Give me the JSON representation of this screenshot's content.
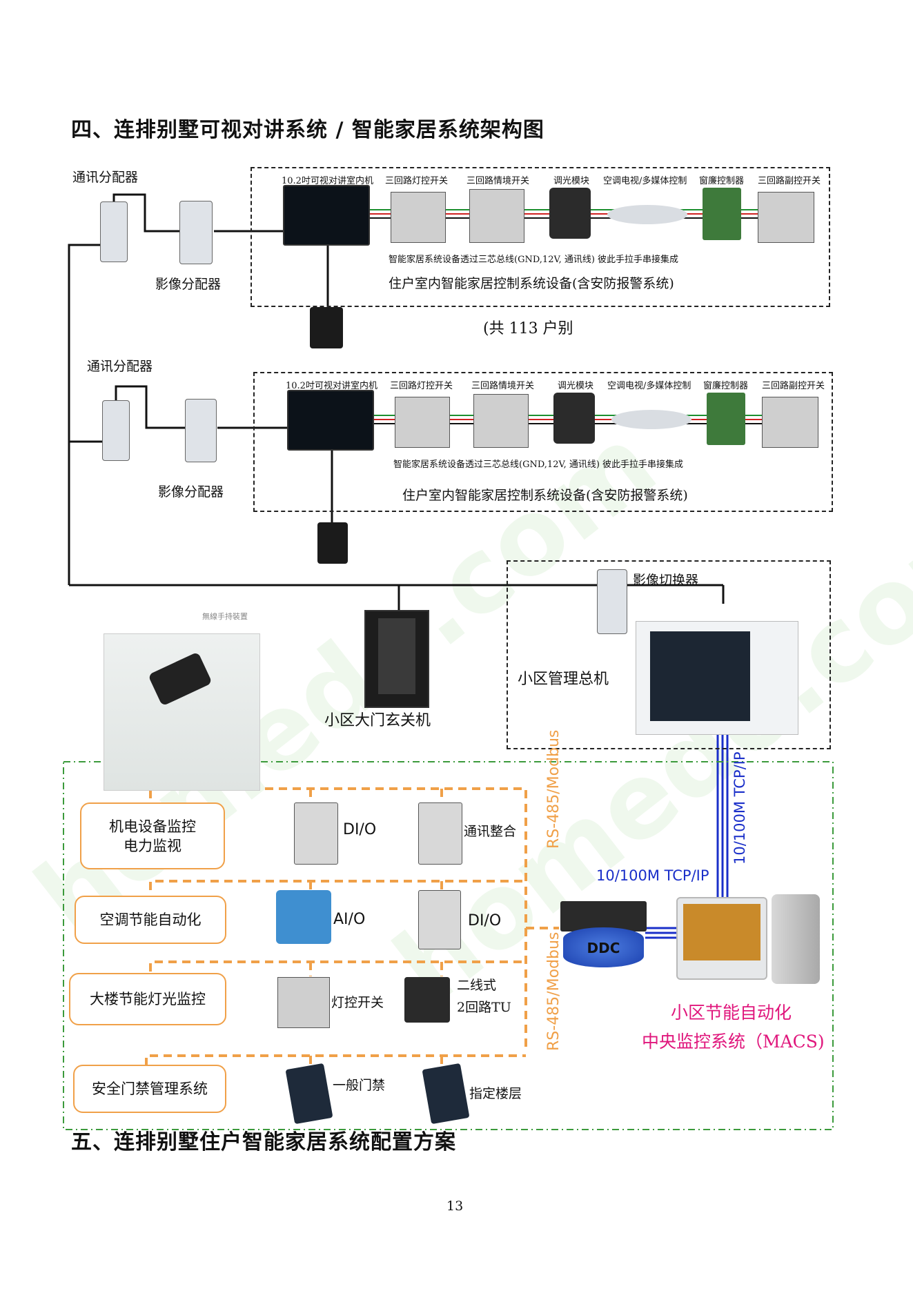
{
  "section4_title": "四、连排别墅可视对讲系统 / 智能家居系统架构图",
  "section5_title": "五、连排别墅住户智能家居系统配置方案",
  "page_number": "13",
  "unit_row_1": {
    "comm_distributor": "通讯分配器",
    "video_distributor": "影像分配器",
    "devices": [
      "10.2吋可视对讲室内机",
      "三回路灯控开关",
      "三回路情境开关",
      "调光模块",
      "空调电视/多媒体控制",
      "窗廉控制器",
      "三回路副控开关"
    ],
    "bus_note": "智能家居系统设备透过三芯总线(GND,12V, 通讯线) 彼此手拉手串接集成",
    "group_label": "住户室内智能家居控制系统设备(含安防报警系统)",
    "households": "(共 113 户别"
  },
  "unit_row_2": {
    "comm_distributor": "通讯分配器",
    "video_distributor": "影像分配器",
    "devices": [
      "10.2吋可视对讲室内机",
      "三回路灯控开关",
      "三回路情境开关",
      "调光模块",
      "空调电视/多媒体控制",
      "窗廉控制器",
      "三回路副控开关"
    ],
    "bus_note": "智能家居系统设备透过三芯总线(GND,12V, 通讯线) 彼此手拉手串接集成",
    "group_label": "住户室内智能家居控制系统设备(含安防报警系统)"
  },
  "community": {
    "video_switcher": "影像切换器",
    "manager_console": "小区管理总机",
    "gate_station": "小区大门玄关机",
    "wireless_label": "無線手持裝置"
  },
  "automation": {
    "categories": [
      "机电设备监控\n电力监视",
      "空调节能自动化",
      "大楼节能灯光监控",
      "安全门禁管理系统"
    ],
    "modules": {
      "row1": [
        "DI/O",
        "通讯整合"
      ],
      "row2": [
        "AI/O",
        "DI/O"
      ],
      "row3": [
        "灯控开关",
        "二线式\n2回路TU"
      ],
      "row4": [
        "一般门禁",
        "指定楼层"
      ]
    },
    "bus_label_top": "RS-485/Modbus",
    "bus_label_bottom": "RS-485/Modbus",
    "ddc": "DDC",
    "tcp_vertical": "10/100M TCP/IP",
    "tcp_horizontal": "10/100M TCP/IP",
    "macs_line1": "小区节能自动化",
    "macs_line2": "中央监控系统（MACS)"
  },
  "colors": {
    "orange": "#f0a048",
    "blue": "#1a2fc9",
    "magenta": "#e0167c",
    "green": "#3b9a3b"
  }
}
